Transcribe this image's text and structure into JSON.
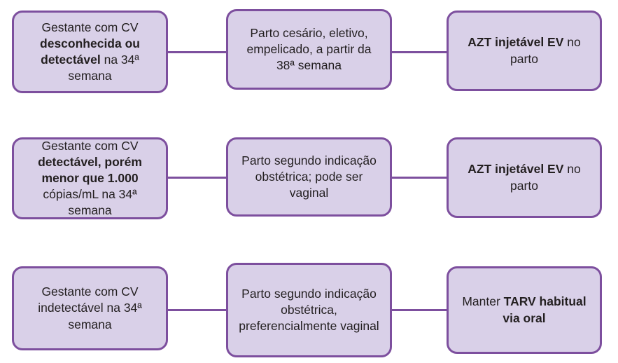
{
  "diagram": {
    "type": "flowchart",
    "orientation": "left-to-right",
    "colors": {
      "node_fill": "#d9d0e8",
      "node_border": "#7d4f9e",
      "connector": "#7d4f9e",
      "text": "#231f20",
      "background": "#ffffff"
    },
    "rows": [
      {
        "id": "row-1",
        "nodes": [
          {
            "id": "r1c1",
            "name": "condition-cv-desconhecida",
            "runs": [
              {
                "text": "Gestante com CV ",
                "bold": false
              },
              {
                "text": "desconhecida ou detectável",
                "bold": true
              },
              {
                "text": " na 34ª semana",
                "bold": false
              }
            ],
            "plain": "Gestante com CV desconhecida ou detectável na 34ª semana"
          },
          {
            "id": "r1c2",
            "name": "action-parto-cesario",
            "runs": [
              {
                "text": "Parto cesário, eletivo, empelicado, a partir da 38ª semana",
                "bold": false
              }
            ],
            "plain": "Parto cesário, eletivo, empelicado, a partir da 38ª semana"
          },
          {
            "id": "r1c3",
            "name": "outcome-azt-injetavel",
            "runs": [
              {
                "text": "AZT injetável EV",
                "bold": true
              },
              {
                "text": " no parto",
                "bold": false
              }
            ],
            "plain": "AZT injetável EV no parto"
          }
        ]
      },
      {
        "id": "row-2",
        "nodes": [
          {
            "id": "r2c1",
            "name": "condition-cv-menor-1000",
            "runs": [
              {
                "text": "Gestante com CV ",
                "bold": false
              },
              {
                "text": "detectável, porém menor que 1.000",
                "bold": true
              },
              {
                "text": " cópias/mL na 34ª semana",
                "bold": false
              }
            ],
            "plain": "Gestante com CV detectável, porém menor que 1.000 cópias/mL na 34ª semana"
          },
          {
            "id": "r2c2",
            "name": "action-parto-indicacao-obstetrica",
            "runs": [
              {
                "text": "Parto segundo indicação obstétrica; pode ser vaginal",
                "bold": false
              }
            ],
            "plain": "Parto segundo indicação obstétrica; pode ser vaginal"
          },
          {
            "id": "r2c3",
            "name": "outcome-azt-injetavel",
            "runs": [
              {
                "text": "AZT injetável EV",
                "bold": true
              },
              {
                "text": " no parto",
                "bold": false
              }
            ],
            "plain": "AZT injetável EV no parto"
          }
        ]
      },
      {
        "id": "row-3",
        "nodes": [
          {
            "id": "r3c1",
            "name": "condition-cv-indetectavel",
            "runs": [
              {
                "text": "Gestante com CV indetectável na 34ª semana",
                "bold": false
              }
            ],
            "plain": "Gestante com CV indetectável na 34ª semana"
          },
          {
            "id": "r3c2",
            "name": "action-parto-preferencialmente-vaginal",
            "runs": [
              {
                "text": "Parto segundo indicação obstétrica, preferencialmente vaginal",
                "bold": false
              }
            ],
            "plain": "Parto segundo indicação obstétrica, preferencialmente vaginal"
          },
          {
            "id": "r3c3",
            "name": "outcome-manter-tarv",
            "runs": [
              {
                "text": "Manter ",
                "bold": false
              },
              {
                "text": "TARV habitual via oral",
                "bold": true
              }
            ],
            "plain": "Manter TARV habitual via oral"
          }
        ]
      }
    ],
    "connectors": [
      {
        "id": "c-r1-a",
        "from": "r1c1",
        "to": "r1c2"
      },
      {
        "id": "c-r1-b",
        "from": "r1c2",
        "to": "r1c3"
      },
      {
        "id": "c-r2-a",
        "from": "r2c1",
        "to": "r2c2"
      },
      {
        "id": "c-r2-b",
        "from": "r2c2",
        "to": "r2c3"
      },
      {
        "id": "c-r3-a",
        "from": "r3c1",
        "to": "r3c2"
      },
      {
        "id": "c-r3-b",
        "from": "r3c2",
        "to": "r3c3"
      }
    ]
  }
}
